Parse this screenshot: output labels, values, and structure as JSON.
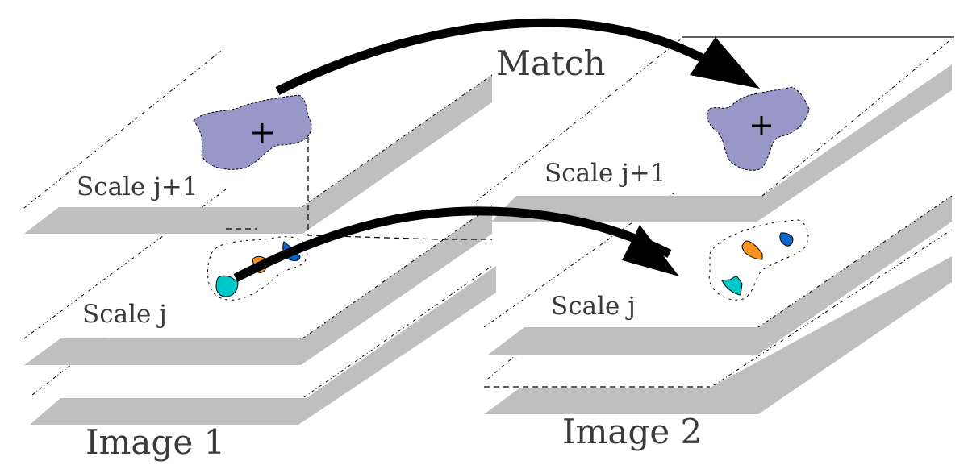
{
  "diagram": {
    "title": "Multi-scale region matching between two images",
    "labels": {
      "match": "Match",
      "image1": "Image 1",
      "image2": "Image 2",
      "image1_scale_upper": "Scale j+1",
      "image1_scale_lower": "Scale j",
      "image2_scale_upper": "Scale j+1",
      "image2_scale_lower": "Scale j"
    },
    "stacks": [
      {
        "name": "Image 1",
        "layers": [
          "Scale j+1",
          "Scale j",
          "base"
        ]
      },
      {
        "name": "Image 2",
        "layers": [
          "Scale j+1",
          "Scale j",
          "base"
        ]
      }
    ],
    "regions": {
      "coarse_region_color": "#9797c8",
      "keypoint_colors": {
        "cyan": "#00c8c8",
        "orange": "#f7931e",
        "blue": "#0a64c8"
      }
    },
    "arrows": [
      {
        "from": "Image 1 / Scale j+1 region",
        "to": "Image 2 / Scale j+1 region",
        "label": "Match"
      },
      {
        "from": "Image 1 / Scale j cyan keypoint",
        "to": "Image 2 / Scale j cyan keypoint",
        "label": ""
      }
    ],
    "colors": {
      "layer_thickness": "#bfbfbf",
      "text": "#3a3a3a",
      "arrow": "#000000"
    }
  }
}
